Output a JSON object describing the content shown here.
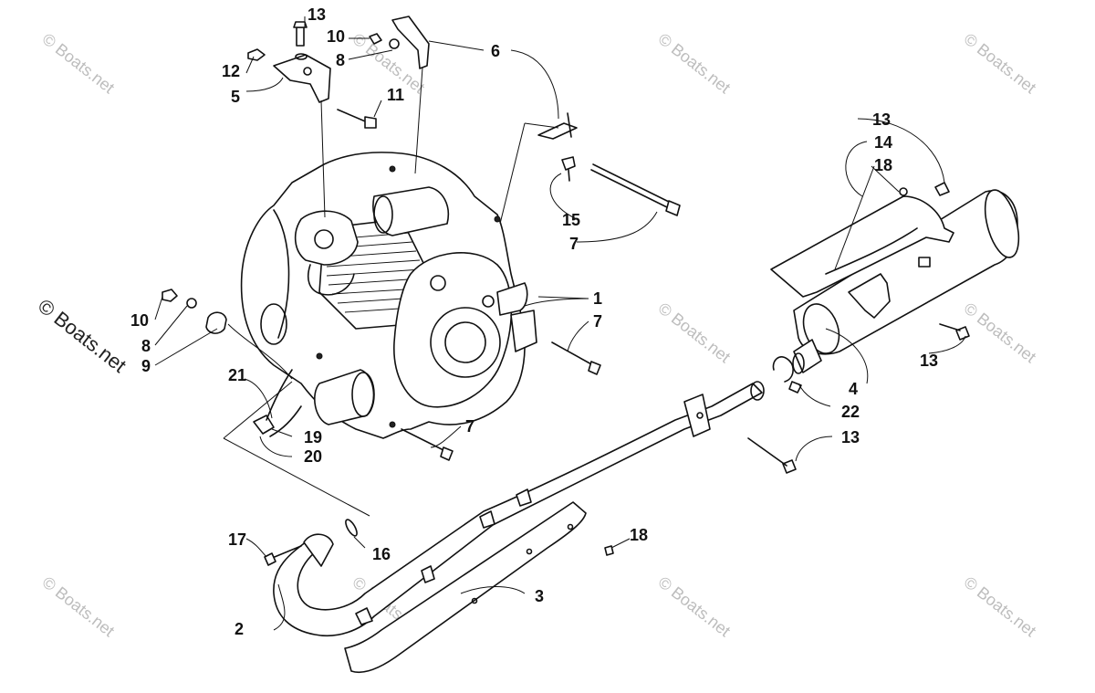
{
  "watermarks": {
    "main": "© Boats.net",
    "faint": "© Boats.net"
  },
  "callouts": {
    "c1": "1",
    "c2": "2",
    "c3": "3",
    "c4": "4",
    "c5": "5",
    "c6": "6",
    "c7a": "7",
    "c7b": "7",
    "c7c": "7",
    "c8a": "8",
    "c8b": "8",
    "c9": "9",
    "c10a": "10",
    "c10b": "10",
    "c11": "11",
    "c12": "12",
    "c13a": "13",
    "c13b": "13",
    "c13c": "13",
    "c13d": "13",
    "c14": "14",
    "c15": "15",
    "c16": "16",
    "c17": "17",
    "c18a": "18",
    "c18b": "18",
    "c19": "19",
    "c20": "20",
    "c21": "21",
    "c22": "22"
  }
}
